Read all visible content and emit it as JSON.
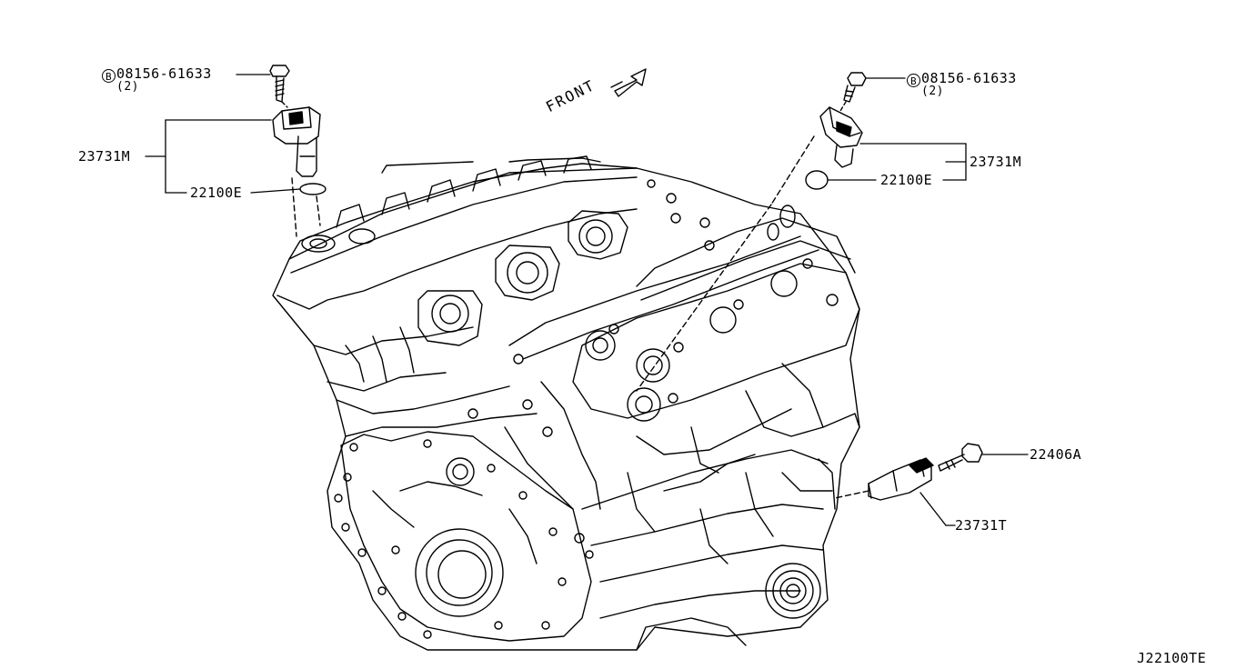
{
  "callouts": {
    "bolt_left": {
      "symbol": "B",
      "part": "08156-61633",
      "qty": "(2)"
    },
    "bolt_right": {
      "symbol": "B",
      "part": "08156-61633",
      "qty": "(2)"
    },
    "sensor_left": "23731M",
    "seal_left": "22100E",
    "sensor_right": "23731M",
    "seal_right": "22100E",
    "crank_bolt": "22406A",
    "crank_sensor": "23731T"
  },
  "front_label": "FRONT",
  "diagram_code": "J22100TE"
}
